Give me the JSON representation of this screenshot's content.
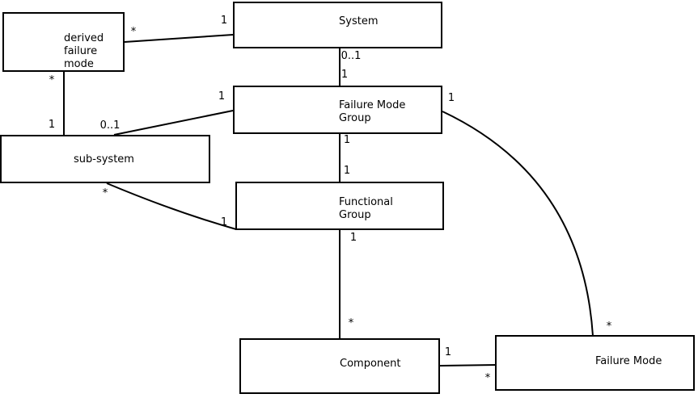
{
  "diagram": {
    "kind": "uml-class-diagram",
    "background_color": "#ffffff",
    "line_color": "#000000"
  },
  "boxes": {
    "derived_failure_mode": {
      "label": "derived\nfailure\nmode"
    },
    "system": {
      "label": "System"
    },
    "failure_mode_group": {
      "label": "Failure Mode\nGroup"
    },
    "sub_system": {
      "label": "sub-system"
    },
    "functional_group": {
      "label": "Functional\nGroup"
    },
    "component": {
      "label": "Component"
    },
    "failure_mode": {
      "label": "Failure Mode"
    }
  },
  "associations": [
    {
      "from": "derived_failure_mode",
      "to": "system",
      "from_label": "*",
      "to_label": "1"
    },
    {
      "from": "derived_failure_mode",
      "to": "sub_system",
      "from_label": "*",
      "to_label": "1"
    },
    {
      "from": "system",
      "to": "failure_mode_group",
      "from_label": "0..1",
      "to_label": "1"
    },
    {
      "from": "sub_system",
      "to": "failure_mode_group",
      "from_label": "0..1",
      "to_label": "1"
    },
    {
      "from": "failure_mode_group",
      "to": "functional_group",
      "from_label": "1",
      "to_label": "1"
    },
    {
      "from": "sub_system",
      "to": "functional_group",
      "from_label": "*",
      "to_label": "1"
    },
    {
      "from": "functional_group",
      "to": "component",
      "from_label": "1",
      "to_label": "*"
    },
    {
      "from": "component",
      "to": "failure_mode",
      "from_label": "1",
      "to_label": "*"
    },
    {
      "from": "failure_mode_group",
      "to": "failure_mode",
      "from_label": "1",
      "to_label": "*"
    }
  ]
}
